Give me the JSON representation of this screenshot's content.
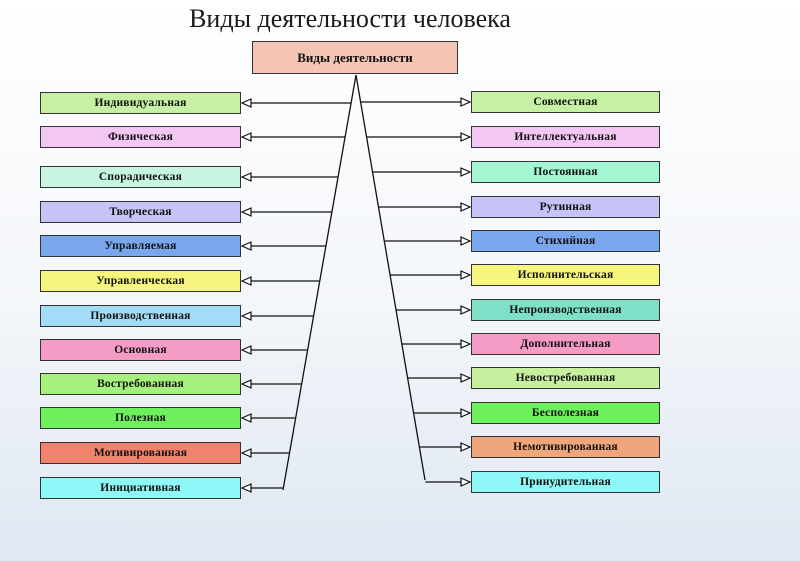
{
  "title": "Виды деятельности человека",
  "root": "Виды деятельности",
  "left": [
    {
      "label": "Индивидуальная",
      "color": "#c6f1a4"
    },
    {
      "label": "Физическая",
      "color": "#f4c6f4"
    },
    {
      "label": "Спорадическая",
      "color": "#c8f4e2"
    },
    {
      "label": "Творческая",
      "color": "#c6c4f6"
    },
    {
      "label": "Управляемая",
      "color": "#7aa6ee"
    },
    {
      "label": "Управленческая",
      "color": "#f6f67e"
    },
    {
      "label": "Производственная",
      "color": "#a2dcf6"
    },
    {
      "label": "Основная",
      "color": "#f49cc6"
    },
    {
      "label": "Востребованная",
      "color": "#a6f07e"
    },
    {
      "label": "Полезная",
      "color": "#6ef05e"
    },
    {
      "label": "Мотивированная",
      "color": "#f0826e"
    },
    {
      "label": "Инициативная",
      "color": "#8ef8f8"
    }
  ],
  "right": [
    {
      "label": "Совместная",
      "color": "#c6f1a4"
    },
    {
      "label": "Интеллектуальная",
      "color": "#f4c6f4"
    },
    {
      "label": "Постоянная",
      "color": "#a2f6d2"
    },
    {
      "label": "Рутинная",
      "color": "#c6c4f6"
    },
    {
      "label": "Стихийная",
      "color": "#7aa6ee"
    },
    {
      "label": "Исполнительская",
      "color": "#f6f67e"
    },
    {
      "label": "Непроизводственная",
      "color": "#7ee0c6"
    },
    {
      "label": "Дополнительная",
      "color": "#f49cc6"
    },
    {
      "label": "Невостребованная",
      "color": "#c6f09e"
    },
    {
      "label": "Бесполезная",
      "color": "#6ef05e"
    },
    {
      "label": "Немотивированная",
      "color": "#f0a67a"
    },
    {
      "label": "Принудительная",
      "color": "#8ef8f8"
    }
  ]
}
